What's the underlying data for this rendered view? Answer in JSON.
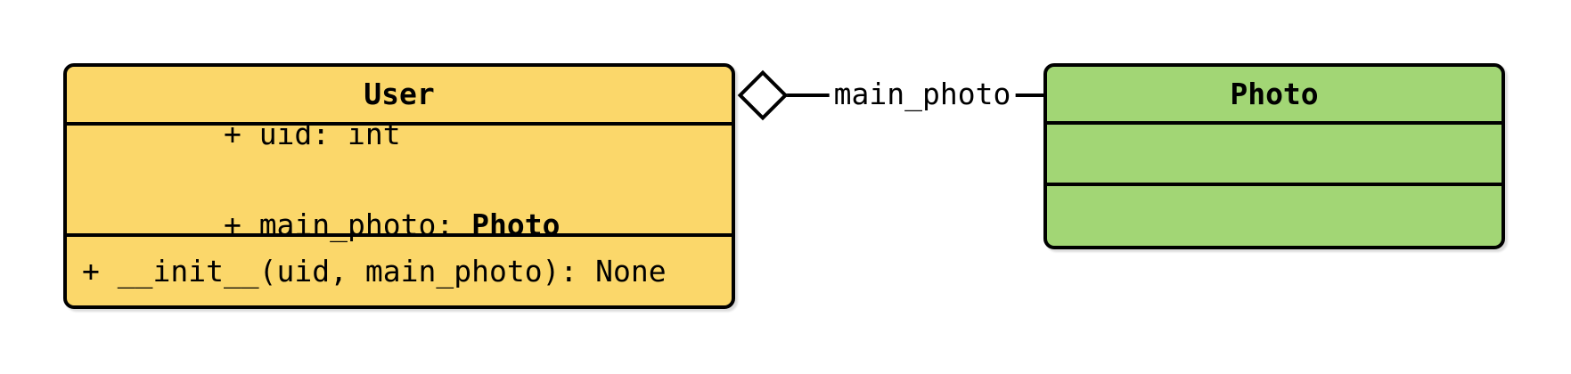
{
  "colors": {
    "user_fill": "#FBD76A",
    "photo_fill": "#A2D675",
    "stroke": "#000000",
    "diamond_fill": "#FFFFFF",
    "background": "#FFFFFF"
  },
  "user_class": {
    "title": "User",
    "attr_uid": "+ uid: int",
    "attr_main_photo_prefix": "+ main_photo: ",
    "attr_main_photo_type": "Photo",
    "method_init": "+ __init__(uid, main_photo): None"
  },
  "photo_class": {
    "title": "Photo"
  },
  "relationship": {
    "label": "main_photo",
    "diamond_icon": "aggregation-diamond"
  }
}
